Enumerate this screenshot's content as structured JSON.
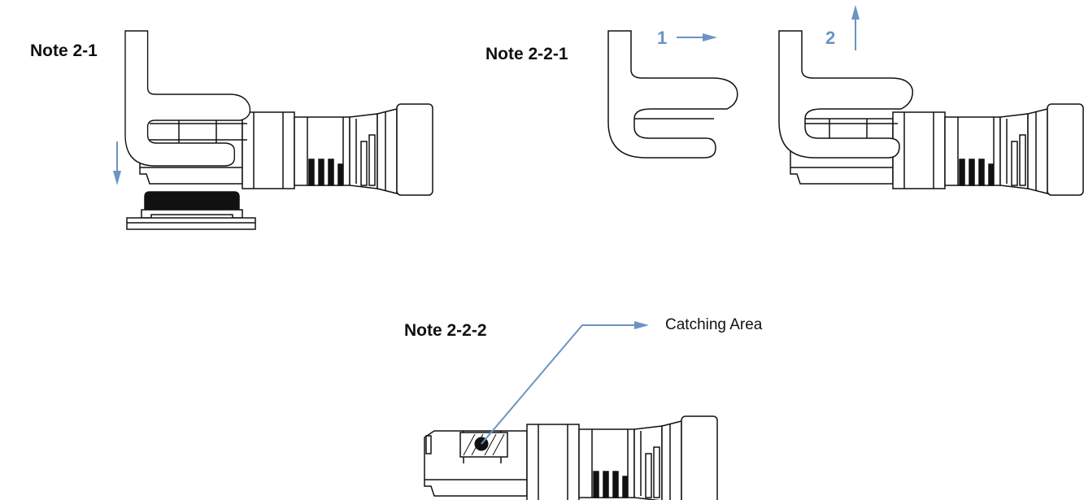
{
  "notes": {
    "note_2_1": "Note 2-1",
    "note_2_2_1": "Note 2-2-1",
    "note_2_2_2": "Note 2-2-2"
  },
  "steps": {
    "step_1": "1",
    "step_2": "2"
  },
  "callout": {
    "catching_area": "Catching Area"
  },
  "colors": {
    "arrow": "#6b93c4",
    "line": "#111111"
  },
  "icons": {
    "arrow": "arrow-icon"
  }
}
